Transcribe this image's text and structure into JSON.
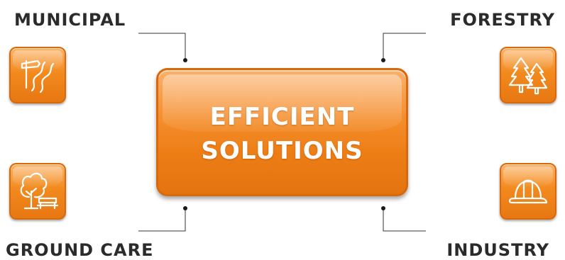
{
  "labels": {
    "municipal": "MUNICIPAL",
    "forestry": "FORESTRY",
    "ground_care": "GROUND CARE",
    "industry": "INDUSTRY"
  },
  "center": {
    "line1": "EFFICIENT",
    "line2": "SOLUTIONS"
  },
  "icons": {
    "municipal": "road-signpost-icon",
    "forestry": "pine-trees-icon",
    "ground_care": "tree-bench-icon",
    "industry": "hard-hat-icon"
  },
  "colors": {
    "accent": "#f28a1e",
    "text": "#2b2b2b",
    "center_text": "#ffffff"
  }
}
